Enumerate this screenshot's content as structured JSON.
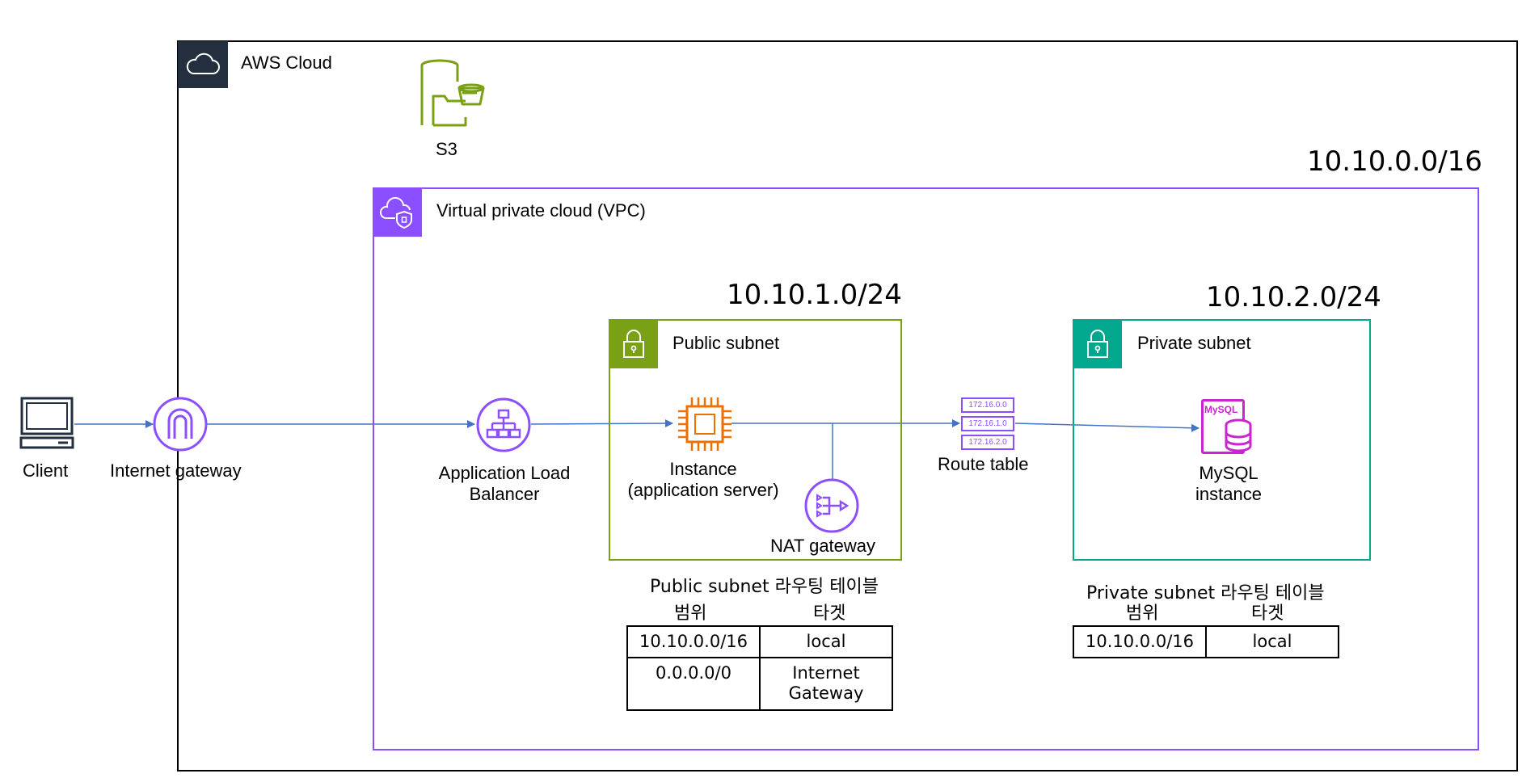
{
  "aws_cloud": {
    "label": "AWS Cloud"
  },
  "s3": {
    "label": "S3"
  },
  "vpc": {
    "label": "Virtual private cloud (VPC)",
    "cidr": "10.10.0.0/16"
  },
  "public_subnet": {
    "label": "Public subnet",
    "cidr": "10.10.1.0/24"
  },
  "private_subnet": {
    "label": "Private subnet",
    "cidr": "10.10.2.0/24"
  },
  "nodes": {
    "client": "Client",
    "internet_gateway": "Internet gateway",
    "alb_line1": "Application Load",
    "alb_line2": "Balancer",
    "instance_line1": "Instance",
    "instance_line2": "(application server)",
    "nat_gateway": "NAT gateway",
    "route_table": "Route table",
    "mysql_line1": "MySQL",
    "mysql_line2": "instance"
  },
  "route_table_icon": {
    "rows": [
      "172.16.0.0",
      "172.16.1.0",
      "172.16.2.0"
    ]
  },
  "mysql_icon": {
    "text": "MySQL"
  },
  "public_route_table": {
    "title": "Public subnet 라우팅 테이블",
    "col_range": "범위",
    "col_target": "타겟",
    "rows": [
      {
        "range": "10.10.0.0/16",
        "target": "local"
      },
      {
        "range": "0.0.0.0/0",
        "target_line1": "Internet",
        "target_line2": "Gateway"
      }
    ]
  },
  "private_route_table": {
    "title": "Private subnet 라우팅 테이블",
    "col_range": "범위",
    "col_target": "타겟",
    "rows": [
      {
        "range": "10.10.0.0/16",
        "target": "local"
      }
    ]
  },
  "colors": {
    "aws_cloud_border": "#000000",
    "aws_cloud_tag": "#232F3E",
    "vpc": "#8C4FFF",
    "public_subnet": "#7AA116",
    "private_subnet": "#01A88D",
    "compute": "#ED7100",
    "database": "#C925D1",
    "s3": "#7AA116",
    "arrow": "#4472C4"
  }
}
